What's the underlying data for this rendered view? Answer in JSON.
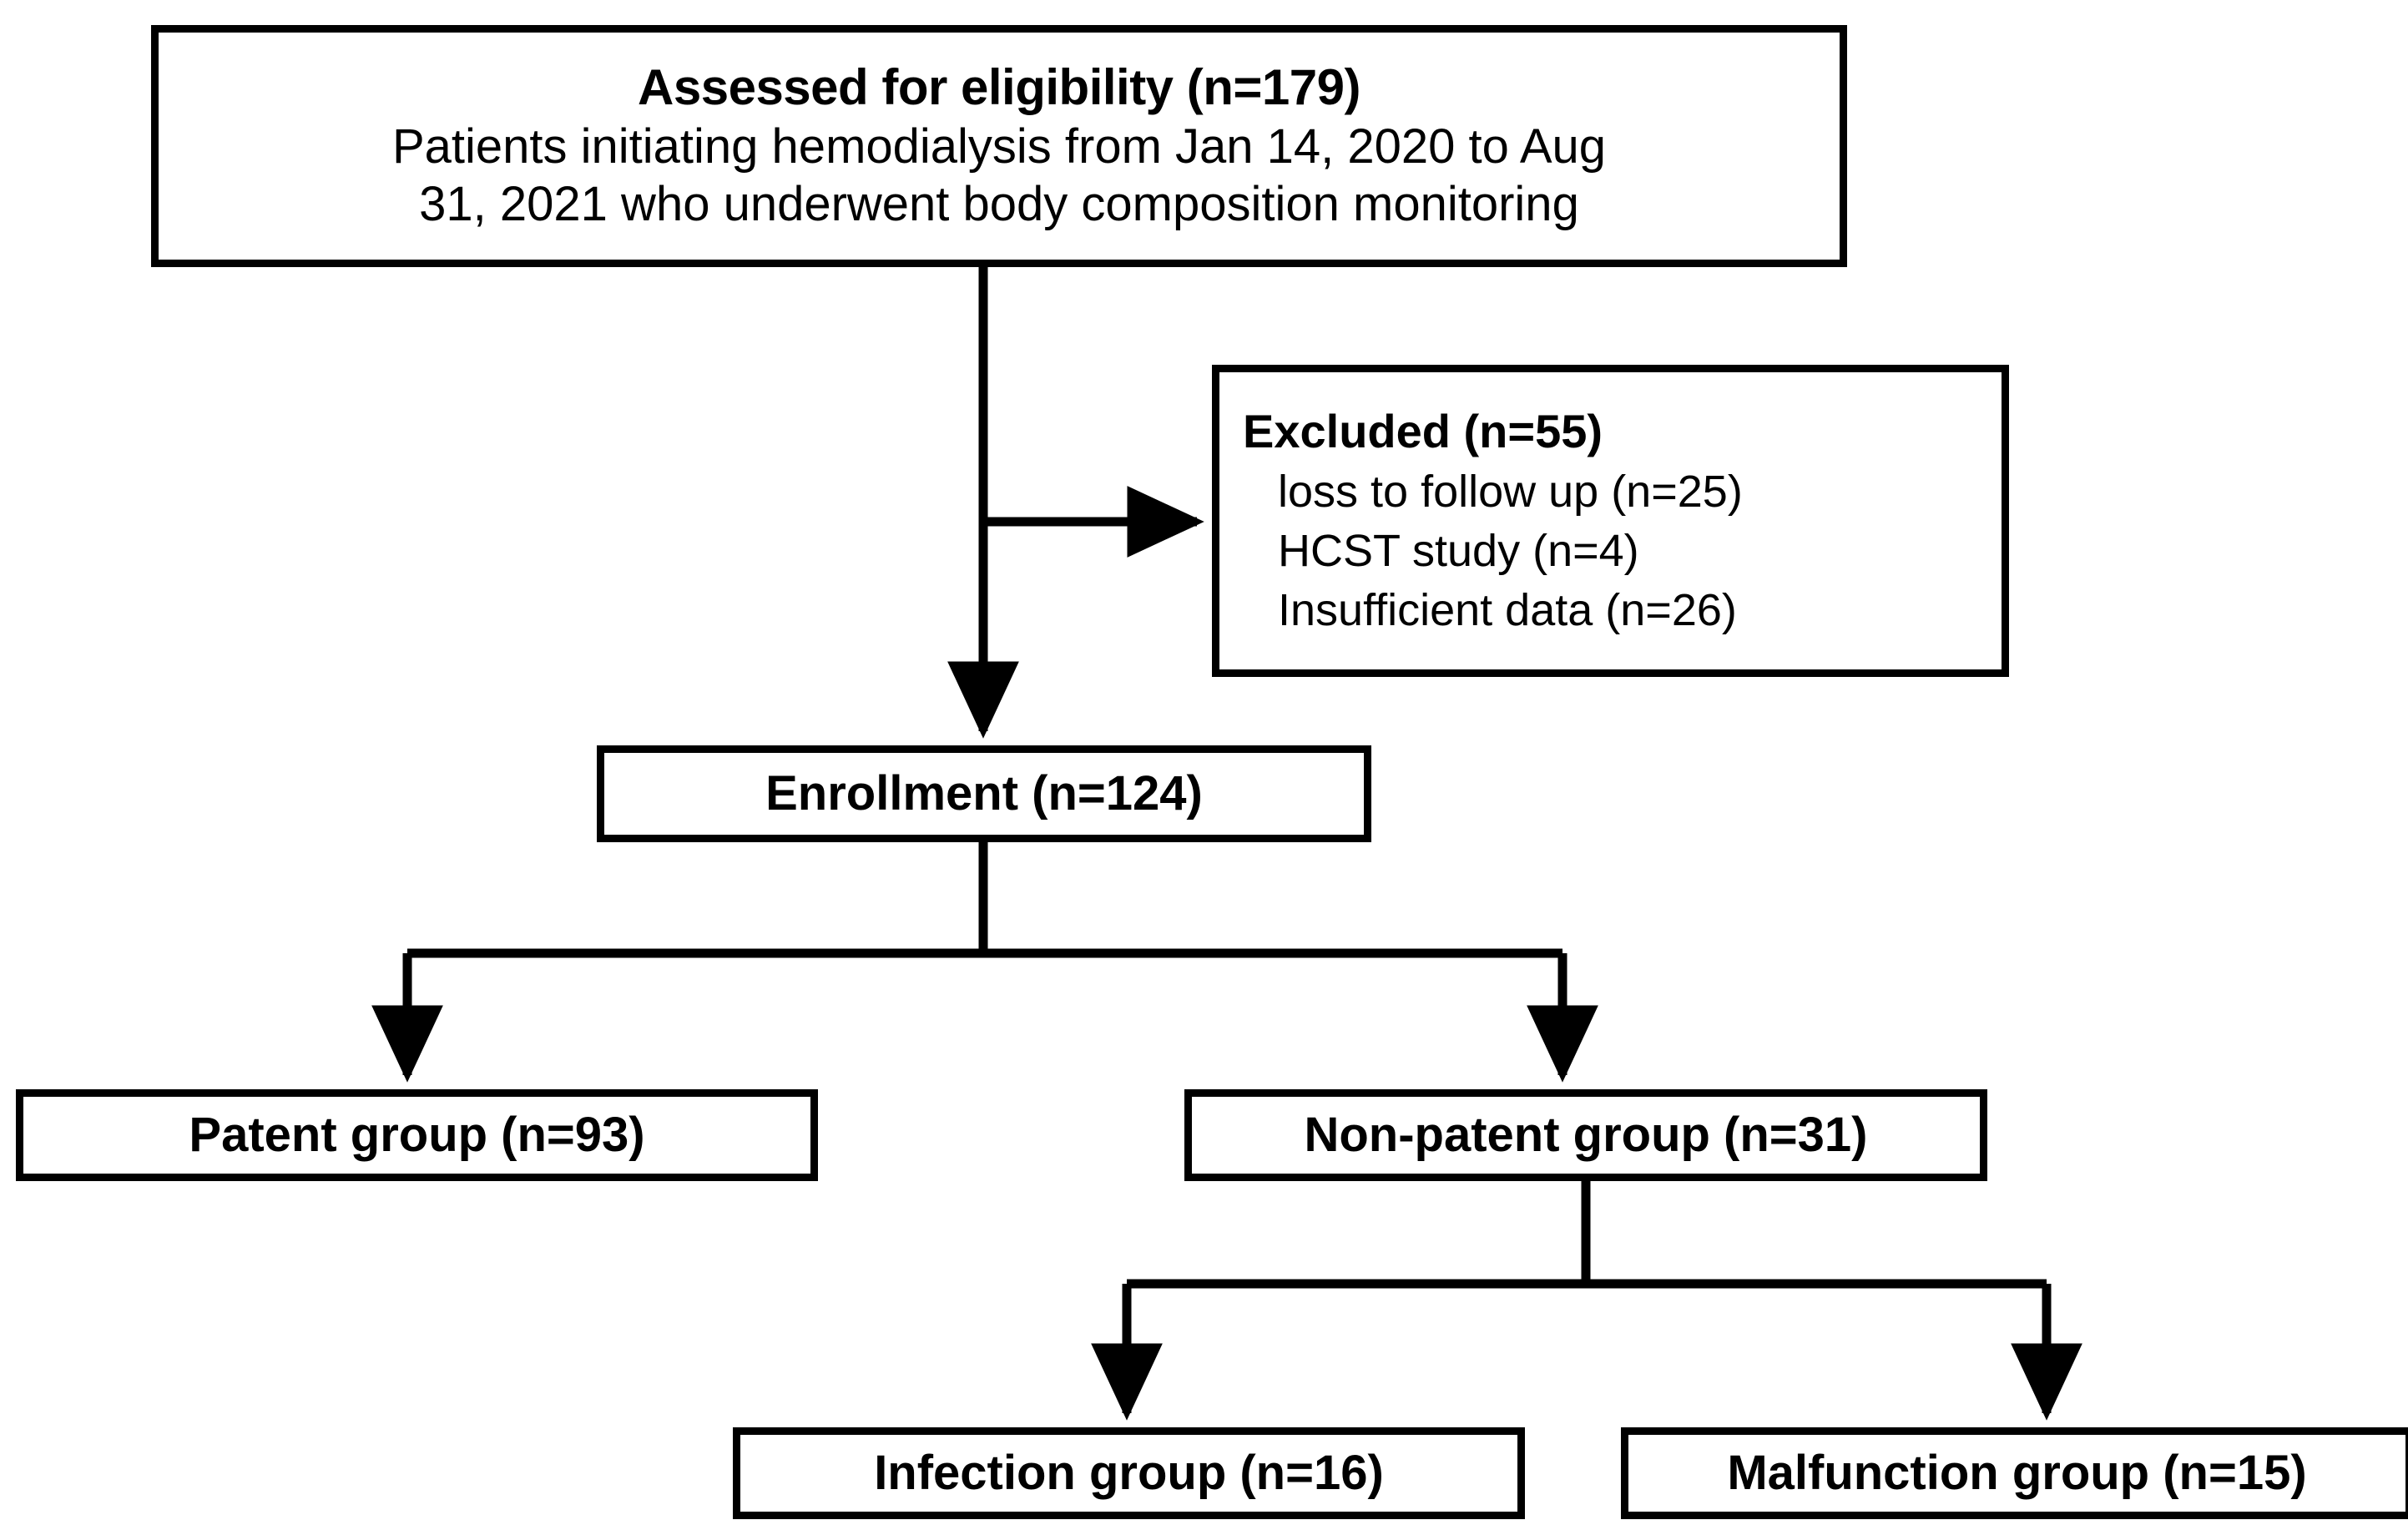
{
  "diagram": {
    "title": "Study enrollment flow diagram",
    "type": "flowchart",
    "stroke_color": "#000000",
    "background_color": "#ffffff",
    "nodes": {
      "assessed": {
        "title": "Assessed for eligibility (n=179)",
        "body_line_1": "Patients initiating hemodialysis from Jan 14, 2020 to Aug",
        "body_line_2": "31, 2021 who underwent body composition monitoring",
        "n": 179
      },
      "excluded": {
        "title": "Excluded (n=55)",
        "n": 55,
        "reasons": [
          {
            "label": "loss to follow up (n=25)",
            "n": 25
          },
          {
            "label": "HCST study (n=4)",
            "n": 4
          },
          {
            "label": "Insufficient data (n=26)",
            "n": 26
          }
        ]
      },
      "enrollment": {
        "title": "Enrollment (n=124)",
        "n": 124
      },
      "patent": {
        "title": "Patent group (n=93)",
        "n": 93
      },
      "nonpatent": {
        "title": "Non-patent group (n=31)",
        "n": 31
      },
      "infection": {
        "title": "Infection group (n=16)",
        "n": 16
      },
      "malfunction": {
        "title": "Malfunction group (n=15)",
        "n": 15
      }
    },
    "edges": [
      {
        "from": "assessed",
        "to": "excluded",
        "style": "elbow-right-arrow"
      },
      {
        "from": "assessed",
        "to": "enrollment",
        "style": "straight-down-arrow"
      },
      {
        "from": "enrollment",
        "to": "patent",
        "style": "split-down-arrow"
      },
      {
        "from": "enrollment",
        "to": "nonpatent",
        "style": "split-down-arrow"
      },
      {
        "from": "nonpatent",
        "to": "infection",
        "style": "split-down-arrow"
      },
      {
        "from": "nonpatent",
        "to": "malfunction",
        "style": "split-down-arrow"
      }
    ]
  }
}
